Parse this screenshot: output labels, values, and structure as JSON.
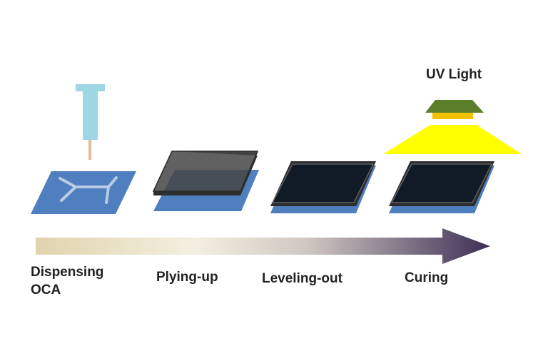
{
  "diagram": {
    "uv_label": "UV Light",
    "steps": [
      {
        "line1": "Dispensing",
        "line2": "OCA"
      },
      {
        "line1": "Plying-up"
      },
      {
        "line1": "Leveling-out"
      },
      {
        "line1": "Curing"
      }
    ]
  },
  "colors": {
    "substrate_blue": "#4f7fbf",
    "glue_line": "#b9cbe6",
    "nozzle": "#9fd6e4",
    "needle": "#e7b990",
    "panel_dark": "#111a27",
    "panel_gray": "#4a4a4a",
    "uv_lamp": "#5b7f2b",
    "uv_filter": "#f2c200",
    "uv_beam": "#ffff00",
    "arrow_start": "#e4d8b4",
    "arrow_mid": "#f3efe0",
    "arrow_end": "#3d2f55"
  }
}
